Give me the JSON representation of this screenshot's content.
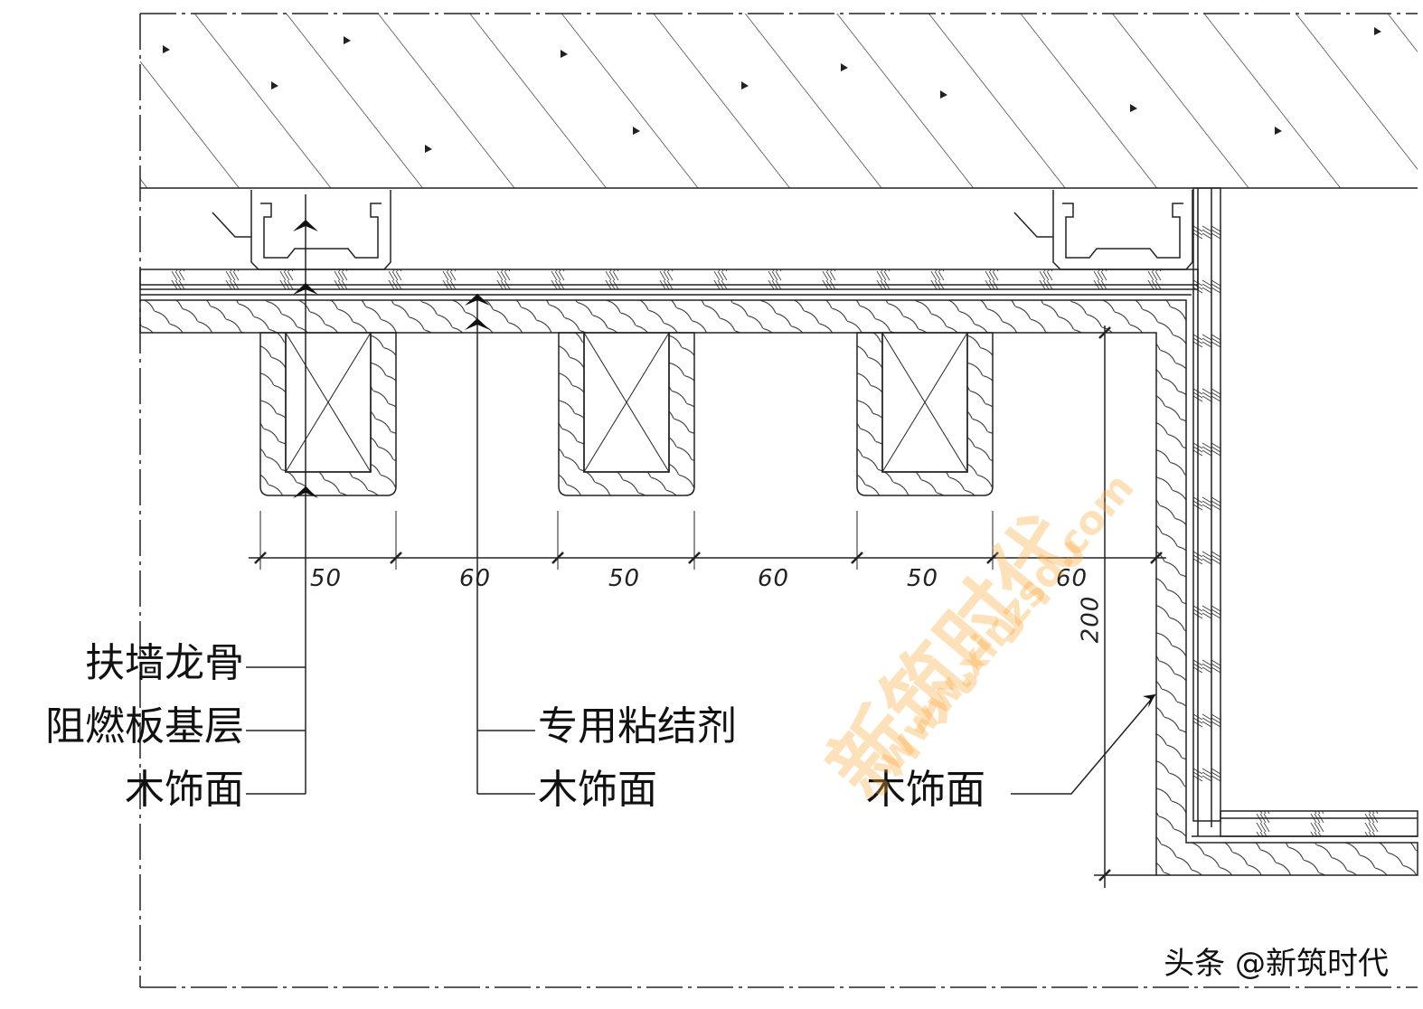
{
  "labels": {
    "left_1": "扶墙龙骨",
    "left_2": "阻燃板基层",
    "left_3": "木饰面",
    "mid_1": "专用粘结剂",
    "mid_2": "木饰面",
    "right_1": "木饰面"
  },
  "dimensions": [
    "50",
    "60",
    "50",
    "60",
    "50",
    "60"
  ],
  "vertical_dimension": "200",
  "watermark": {
    "name": "新筑时代",
    "url": "www.xinzsd.com"
  },
  "credit": "头条 @新筑时代"
}
